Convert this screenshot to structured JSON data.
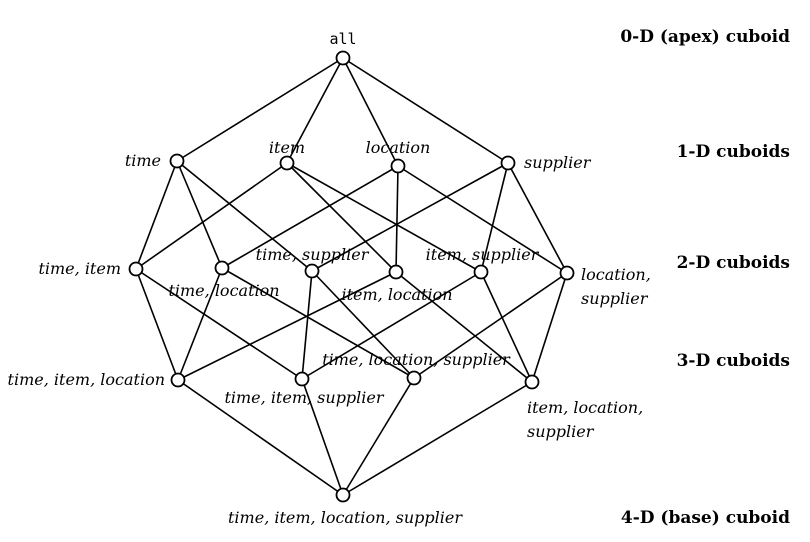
{
  "levels": [
    {
      "id": "L0",
      "label": "0-D (apex) cuboid"
    },
    {
      "id": "L1",
      "label": "1-D cuboids"
    },
    {
      "id": "L2",
      "label": "2-D cuboids"
    },
    {
      "id": "L3",
      "label": "3-D cuboids"
    },
    {
      "id": "L4",
      "label": "4-D (base) cuboid"
    }
  ],
  "nodes": [
    {
      "id": "all",
      "label": "all"
    },
    {
      "id": "time",
      "label": "time"
    },
    {
      "id": "item",
      "label": "item"
    },
    {
      "id": "location",
      "label": "location"
    },
    {
      "id": "supplier",
      "label": "supplier"
    },
    {
      "id": "time_item",
      "label": "time, item"
    },
    {
      "id": "time_location",
      "label": "time, location"
    },
    {
      "id": "time_supplier",
      "label": "time, supplier"
    },
    {
      "id": "item_location",
      "label": "item, location"
    },
    {
      "id": "item_supplier",
      "label": "item, supplier"
    },
    {
      "id": "location_supplier",
      "label": [
        "location,",
        "supplier"
      ]
    },
    {
      "id": "time_item_location",
      "label": "time, item, location"
    },
    {
      "id": "time_item_supplier",
      "label": "time, item, supplier"
    },
    {
      "id": "time_location_supplier",
      "label": "time, location, supplier"
    },
    {
      "id": "item_location_supplier",
      "label": [
        "item, location,",
        "supplier"
      ]
    },
    {
      "id": "base",
      "label": "time, item, location, supplier"
    }
  ],
  "edges": [
    [
      "all",
      "time"
    ],
    [
      "all",
      "item"
    ],
    [
      "all",
      "location"
    ],
    [
      "all",
      "supplier"
    ],
    [
      "time",
      "time_item"
    ],
    [
      "time",
      "time_location"
    ],
    [
      "time",
      "time_supplier"
    ],
    [
      "item",
      "time_item"
    ],
    [
      "item",
      "item_location"
    ],
    [
      "item",
      "item_supplier"
    ],
    [
      "location",
      "time_location"
    ],
    [
      "location",
      "item_location"
    ],
    [
      "location",
      "location_supplier"
    ],
    [
      "supplier",
      "time_supplier"
    ],
    [
      "supplier",
      "item_supplier"
    ],
    [
      "supplier",
      "location_supplier"
    ],
    [
      "time_item",
      "time_item_location"
    ],
    [
      "time_item",
      "time_item_supplier"
    ],
    [
      "time_location",
      "time_item_location"
    ],
    [
      "time_location",
      "time_location_supplier"
    ],
    [
      "time_supplier",
      "time_item_supplier"
    ],
    [
      "time_supplier",
      "time_location_supplier"
    ],
    [
      "item_location",
      "time_item_location"
    ],
    [
      "item_location",
      "item_location_supplier"
    ],
    [
      "item_supplier",
      "time_item_supplier"
    ],
    [
      "item_supplier",
      "item_location_supplier"
    ],
    [
      "location_supplier",
      "time_location_supplier"
    ],
    [
      "location_supplier",
      "item_location_supplier"
    ],
    [
      "time_item_location",
      "base"
    ],
    [
      "time_item_supplier",
      "base"
    ],
    [
      "time_location_supplier",
      "base"
    ],
    [
      "item_location_supplier",
      "base"
    ]
  ]
}
